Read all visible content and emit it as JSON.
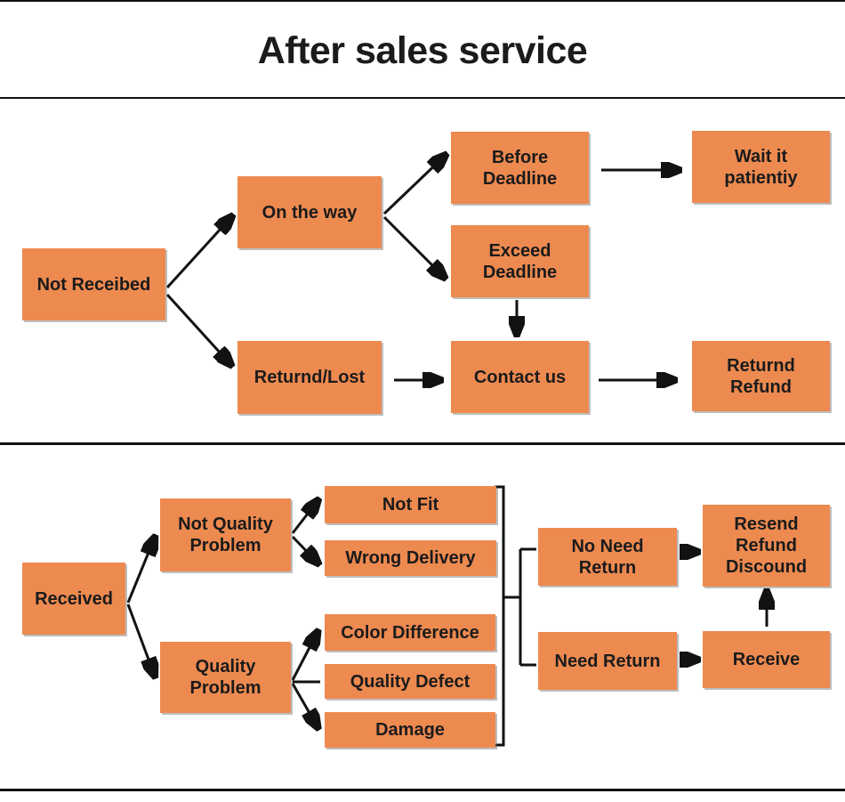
{
  "title": "After sales service",
  "colors": {
    "box_fill": "#ED8A50",
    "text": "#1B1B1B",
    "line": "#121212",
    "background": "#FFFFFF"
  },
  "not_received_flow": {
    "not_receibed": "Not Receibed",
    "on_the_way": "On the way",
    "before_deadline": "Before\nDeadline",
    "exceed_deadline": "Exceed\nDeadline",
    "wait_it_patientiy": "Wait it\npatientiy",
    "returnd_lost": "Returnd/Lost",
    "contact_us": "Contact us",
    "returnd_refund": "Returnd\nRefund"
  },
  "received_flow": {
    "received": "Received",
    "not_quality_problem": "Not Quality\nProblem",
    "quality_problem": "Quality\nProblem",
    "not_fit": "Not Fit",
    "wrong_delivery": "Wrong Delivery",
    "color_difference": "Color Difference",
    "quality_defect": "Quality Defect",
    "damage": "Damage",
    "no_need_return": "No Need\nReturn",
    "need_return": "Need Return",
    "resend_refund_discound": "Resend\nRefund\nDiscound",
    "receive": "Receive"
  }
}
